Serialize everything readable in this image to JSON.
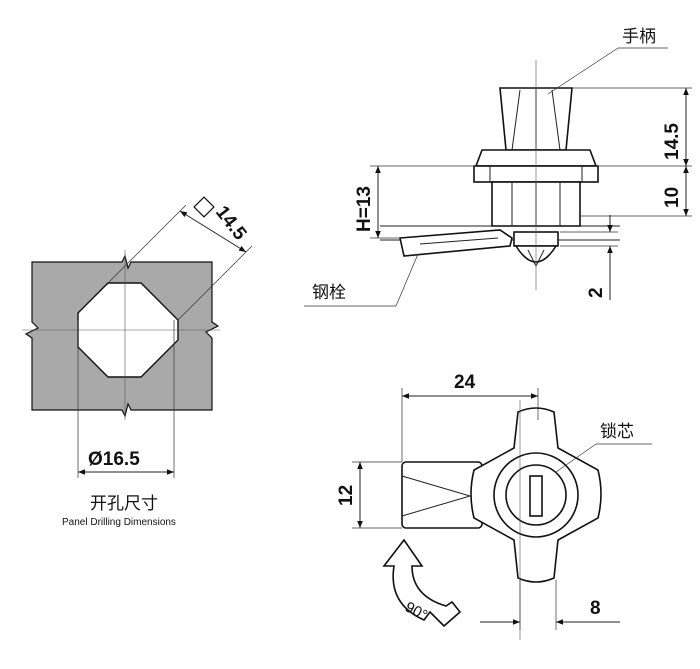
{
  "panel": {
    "dim_diameter": "Ø16.5",
    "dim_flat": "14.5",
    "title_cn": "开孔尺寸",
    "title_en": "Panel Drilling Dimensions",
    "fill_color": "#a9a9a9"
  },
  "side_view": {
    "label_handle": "手柄",
    "label_pin": "钢栓",
    "dim_top": "14.5",
    "dim_mid": "10",
    "dim_height": "H=13",
    "dim_pin": "2"
  },
  "top_view": {
    "label_core": "锁芯",
    "dim_width": "24",
    "dim_tongue": "12",
    "dim_core": "8",
    "rotation": "90°"
  }
}
